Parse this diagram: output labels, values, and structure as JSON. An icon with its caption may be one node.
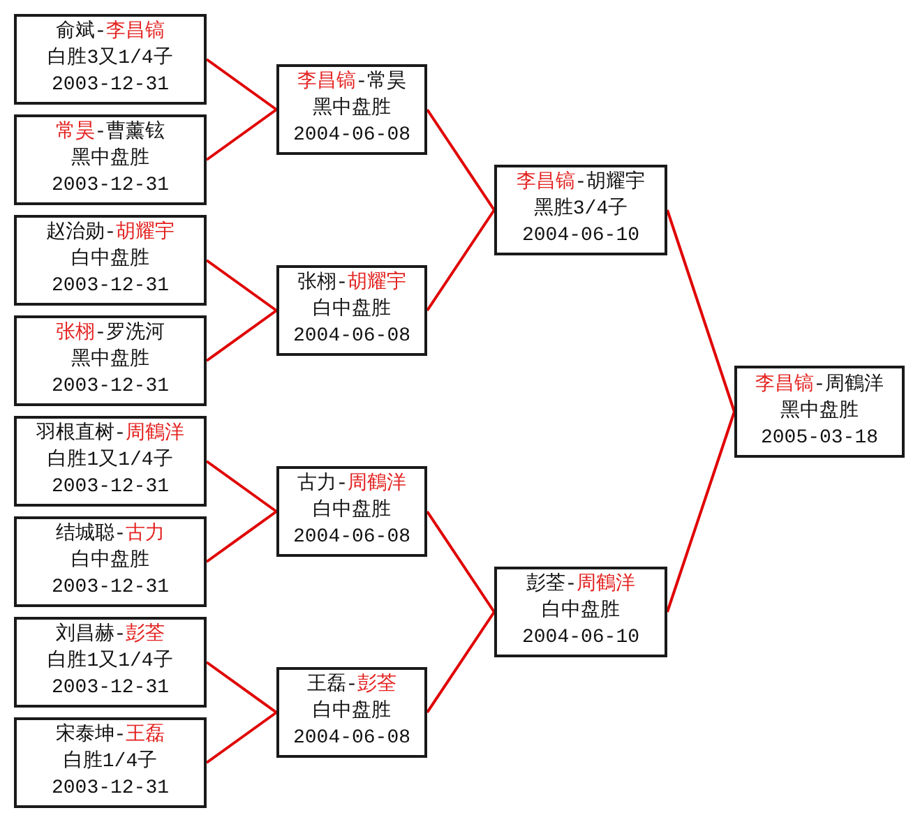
{
  "diagram": {
    "nodes": [
      {
        "text": [
          "俞斌-",
          "李昌镐",
          "白胜3又1/4子",
          "2003-12-31"
        ]
      },
      {
        "text": [
          "常昊",
          "-曹薰铉",
          "黑中盘胜",
          "2003-12-31"
        ]
      },
      {
        "text": [
          "赵治勋-",
          "胡耀宇",
          "白中盘胜",
          "2003-12-31"
        ]
      },
      {
        "text": [
          "张栩",
          "-罗洗河",
          "黑中盘胜",
          "2003-12-31"
        ]
      },
      {
        "text": [
          "羽根直树-",
          "周鶴洋",
          "白胜1又1/4子",
          "2003-12-31"
        ]
      },
      {
        "text": [
          "结城聪-",
          "古力",
          "白中盘胜",
          "2003-12-31"
        ]
      },
      {
        "text": [
          "刘昌赫-",
          "彭荃",
          "白胜1又1/4子",
          "2003-12-31"
        ]
      },
      {
        "text": [
          "宋泰坤-",
          "王磊",
          "白胜1/4子",
          "2003-12-31"
        ]
      },
      {
        "text": [
          "李昌镐",
          "-常昊",
          "黑中盘胜",
          "2004-06-08"
        ]
      },
      {
        "text": [
          "张栩-",
          "胡耀宇",
          "白中盘胜",
          "2004-06-08"
        ]
      },
      {
        "text": [
          "古力-",
          "周鶴洋",
          "白中盘胜",
          "2004-06-08"
        ]
      },
      {
        "text": [
          "王磊-",
          "彭荃",
          "白中盘胜",
          "2004-06-08"
        ]
      },
      {
        "text": [
          "李昌镐",
          "-胡耀宇",
          "黑胜3/4子",
          "2004-06-10"
        ]
      },
      {
        "text": [
          "彭荃-",
          "周鶴洋",
          "白中盘胜",
          "2004-06-10"
        ]
      },
      {
        "text": [
          "李昌镐",
          "-周鶴洋",
          "黑中盘胜",
          "2005-03-18"
        ]
      }
    ],
    "edges": [
      {
        "from": 0,
        "to": 8,
        "arrow": "none"
      },
      {
        "from": 1,
        "to": 8,
        "arrow": "none"
      },
      {
        "from": 2,
        "to": 9,
        "arrow": "none"
      },
      {
        "from": 3,
        "to": 9,
        "arrow": "none"
      },
      {
        "from": 4,
        "to": 10,
        "arrow": "none"
      },
      {
        "from": 5,
        "to": 10,
        "arrow": "none"
      },
      {
        "from": 6,
        "to": 11,
        "arrow": "none"
      },
      {
        "from": 7,
        "to": 11,
        "arrow": "none"
      },
      {
        "from": 8,
        "to": 12,
        "arrow": "none"
      },
      {
        "from": 9,
        "to": 12,
        "arrow": "none"
      },
      {
        "from": 10,
        "to": 13,
        "arrow": "none"
      },
      {
        "from": 11,
        "to": 13,
        "arrow": "none"
      },
      {
        "from": 12,
        "to": 14,
        "arrow": "none"
      },
      {
        "from": 13,
        "to": 14,
        "arrow": "none"
      }
    ]
  }
}
